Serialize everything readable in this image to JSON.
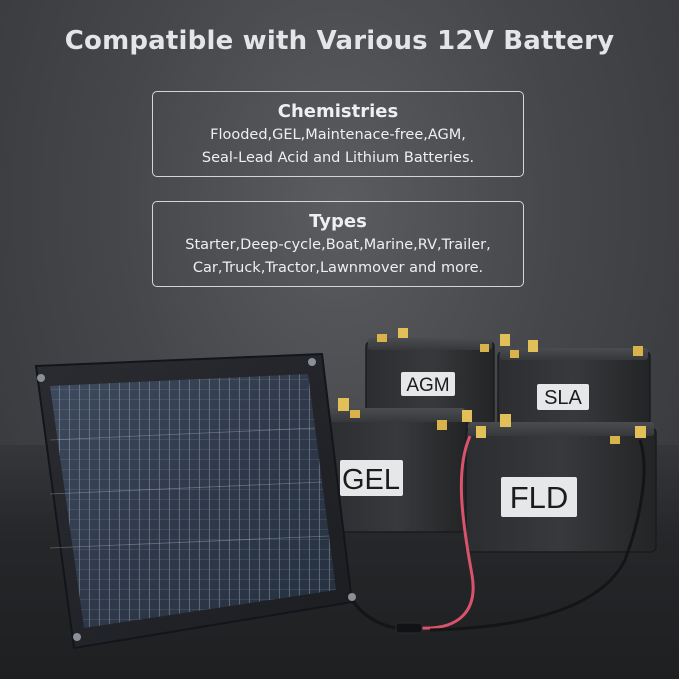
{
  "headline": "Compatible with Various 12V Battery",
  "chemistries": {
    "title": "Chemistries",
    "lines": [
      "Flooded,GEL,Maintenace-free,AGM,",
      "Seal-Lead Acid and Lithium Batteries."
    ]
  },
  "types": {
    "title": "Types",
    "lines": [
      "Starter,Deep-cycle,Boat,Marine,RV,Trailer,",
      "Car,Truck,Tractor,Lawnmover and more."
    ]
  },
  "batteries": {
    "agm": "AGM",
    "sla": "SLA",
    "gel": "GEL",
    "fld": "FLD"
  },
  "colors": {
    "background": "#45474b",
    "battery_body": "#2a2b2e",
    "label_plate": "#e6e7e9",
    "terminal": "#d8b24a",
    "cable_red": "#d9536b"
  }
}
